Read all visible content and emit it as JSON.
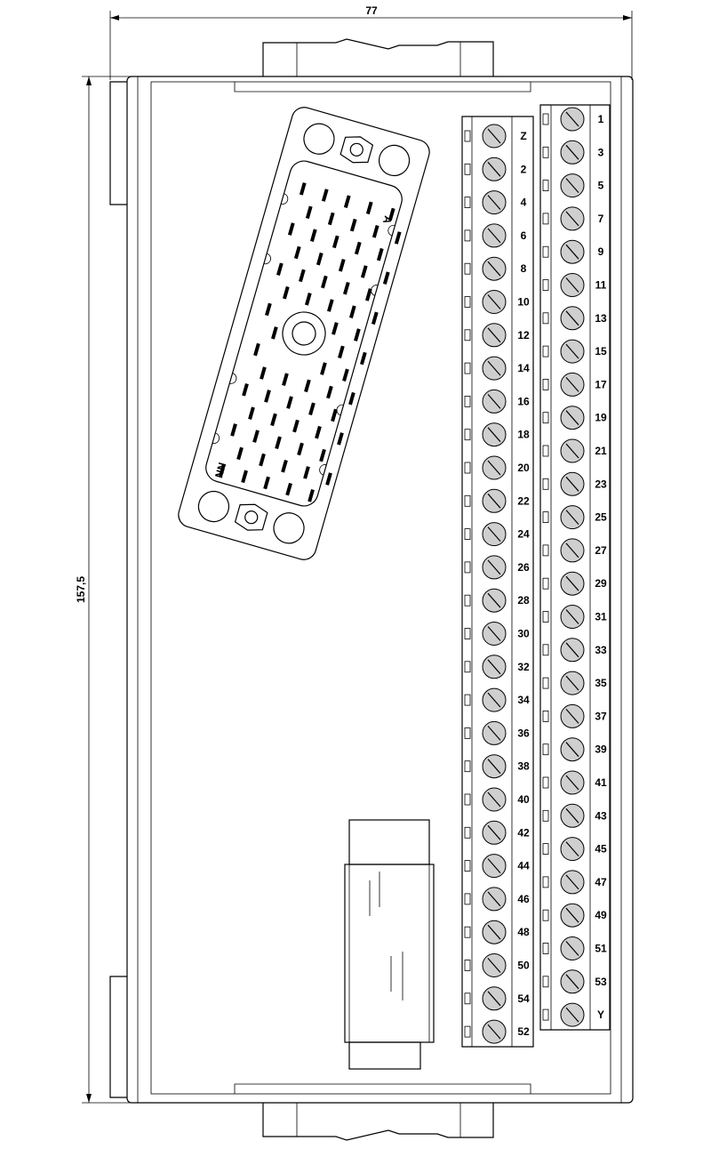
{
  "dimensions": {
    "width": "77",
    "height": "157,5"
  },
  "connector": {
    "first_pin_label": "A",
    "last_pin_label": "NN"
  },
  "terminal_strip_left": {
    "labels": [
      "Z",
      "2",
      "4",
      "6",
      "8",
      "10",
      "12",
      "14",
      "16",
      "18",
      "20",
      "22",
      "24",
      "26",
      "28",
      "30",
      "32",
      "34",
      "36",
      "38",
      "40",
      "42",
      "44",
      "46",
      "48",
      "50",
      "54",
      "52"
    ]
  },
  "terminal_strip_right": {
    "labels": [
      "1",
      "3",
      "5",
      "7",
      "9",
      "11",
      "13",
      "15",
      "17",
      "19",
      "21",
      "23",
      "25",
      "27",
      "29",
      "31",
      "33",
      "35",
      "37",
      "39",
      "41",
      "43",
      "45",
      "47",
      "49",
      "51",
      "53",
      "Y"
    ]
  }
}
